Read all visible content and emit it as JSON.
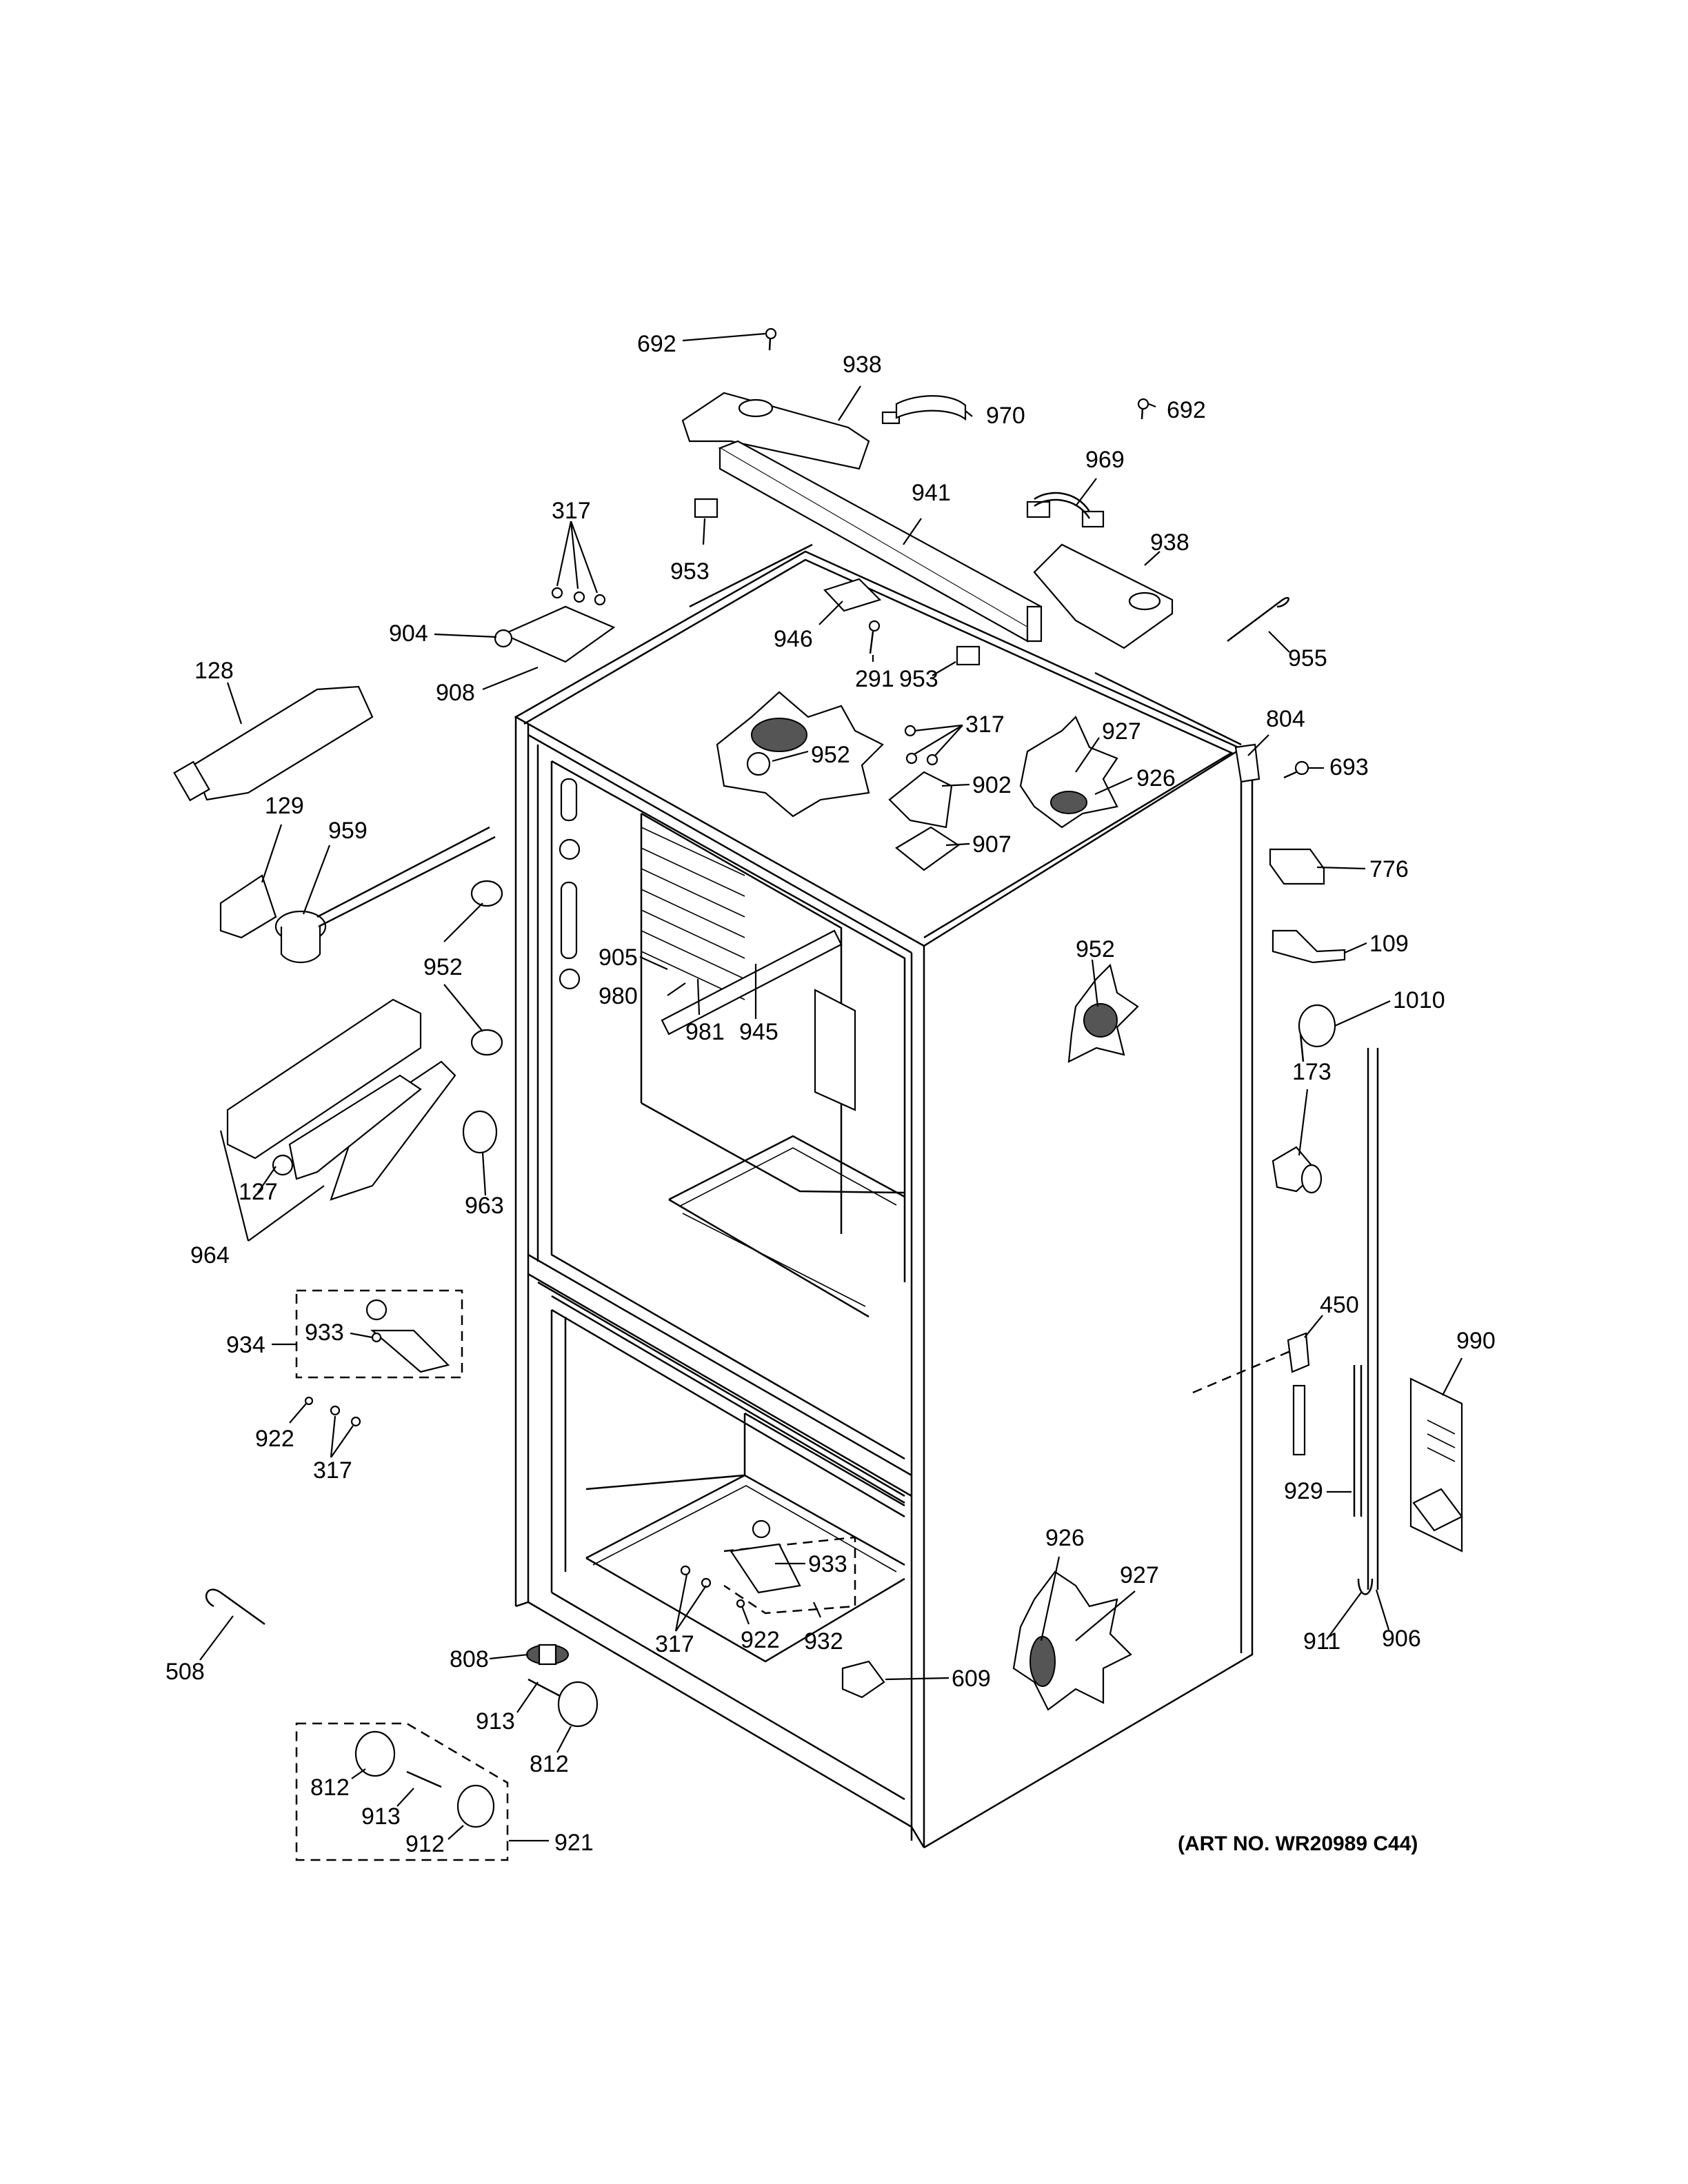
{
  "art_number": "(ART NO. WR20989 C44)",
  "labels": [
    "692",
    "938",
    "970",
    "692",
    "969",
    "941",
    "938",
    "953",
    "317",
    "946",
    "291",
    "953",
    "955",
    "904",
    "908",
    "128",
    "952",
    "317",
    "927",
    "804",
    "693",
    "926",
    "902",
    "907",
    "776",
    "129",
    "959",
    "952",
    "109",
    "952",
    "1010",
    "905",
    "945",
    "980",
    "981",
    "173",
    "127",
    "963",
    "964",
    "450",
    "990",
    "934",
    "933",
    "922",
    "317",
    "929",
    "926",
    "927",
    "933",
    "317",
    "922",
    "932",
    "911",
    "906",
    "508",
    "808",
    "609",
    "913",
    "812",
    "812",
    "913",
    "912",
    "921"
  ]
}
